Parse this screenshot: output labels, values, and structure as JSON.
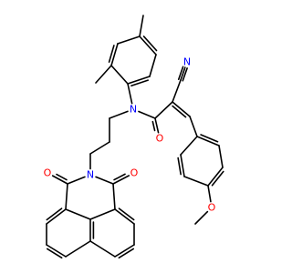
{
  "molecule": {
    "atom_labels": [
      {
        "id": "N_amide",
        "text": "N",
        "color": "#0000ff"
      },
      {
        "id": "O_amide",
        "text": "O",
        "color": "#ff0000"
      },
      {
        "id": "N_nitrile",
        "text": "N",
        "color": "#0000ff"
      },
      {
        "id": "N_imide",
        "text": "N",
        "color": "#0000ff"
      },
      {
        "id": "O_imide_left",
        "text": "O",
        "color": "#ff0000"
      },
      {
        "id": "O_imide_right",
        "text": "O",
        "color": "#ff0000"
      },
      {
        "id": "O_methoxy",
        "text": "O",
        "color": "#ff0000"
      }
    ]
  }
}
